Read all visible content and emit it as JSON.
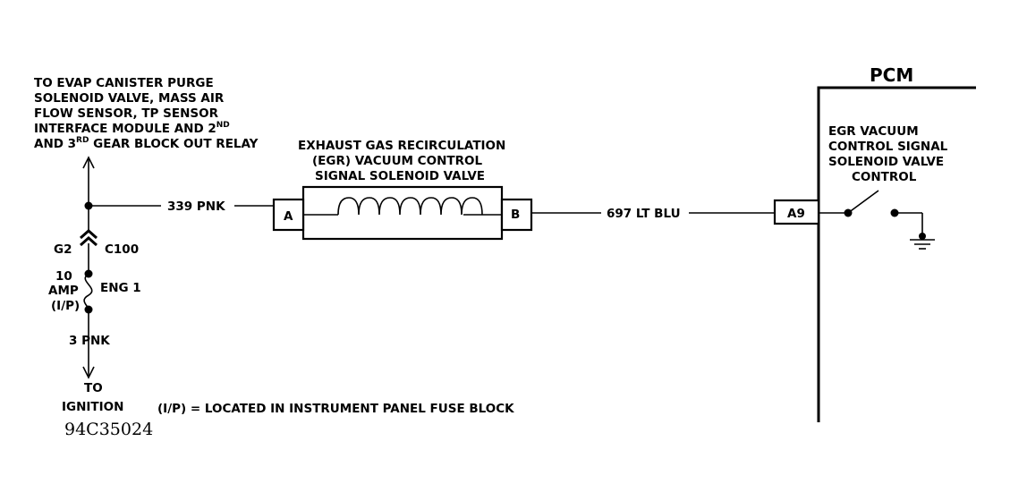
{
  "destination_note": {
    "line1": "TO EVAP CANISTER PURGE",
    "line2": "SOLENOID VALVE, MASS AIR",
    "line3": "FLOW SENSOR, TP SENSOR",
    "line4_text": "INTERFACE MODULE AND 2",
    "line4_sup": "ND",
    "line5_pre": "AND 3",
    "line5_sup": "RD",
    "line5_post": " GEAR BLOCK OUT RELAY"
  },
  "connector": {
    "left_label": "G2",
    "right_label": "C100"
  },
  "fuse": {
    "amps": "10",
    "unit": "AMP",
    "location": "(I/P)",
    "name": "ENG 1"
  },
  "feed_wire": "3 PNK",
  "ignition": {
    "line1": "TO",
    "line2": "IGNITION"
  },
  "footnote": "(I/P) = LOCATED IN INSTRUMENT PANEL FUSE BLOCK",
  "figure_code": "94C35024",
  "solenoid": {
    "line1": "EXHAUST GAS RECIRCULATION",
    "line2": "(EGR) VACUUM CONTROL",
    "line3": "SIGNAL SOLENOID VALVE",
    "terminal_a": "A",
    "terminal_b": "B"
  },
  "wire_left": "339 PNK",
  "wire_right": "697 LT BLU",
  "pcm": {
    "title": "PCM",
    "terminal": "A9",
    "control_line1": "EGR VACUUM",
    "control_line2": "CONTROL SIGNAL",
    "control_line3": "SOLENOID VALVE",
    "control_line4": "CONTROL"
  }
}
